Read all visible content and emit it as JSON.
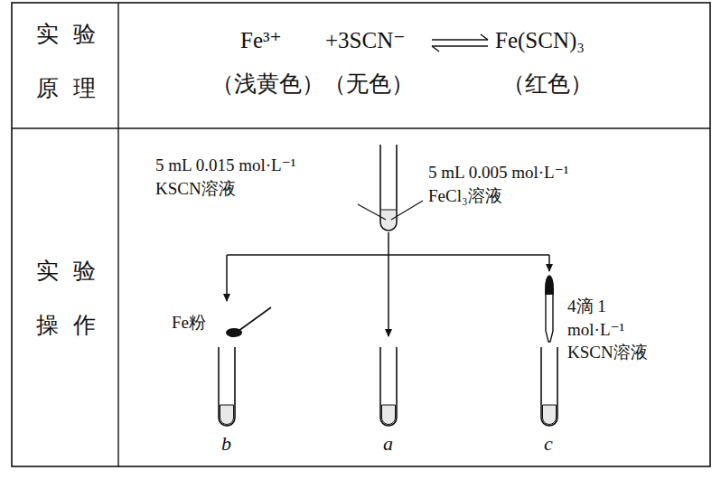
{
  "diagram": {
    "labels": [
      "实验原理",
      "Fe³⁺",
      "+3SCN⁻",
      "Fe(SCN)₃",
      "（浅黄色）",
      "（无色）",
      "（红色）",
      "实验操作",
      "5 mL 0.015 mol·L⁻¹ KSCN溶液",
      "5 mL 0.005 mol·L⁻¹ FeCl₃溶液",
      "Fe粉",
      "b",
      "a",
      "c",
      "4滴 1 mol·L⁻¹ KSCN溶液"
    ]
  }
}
